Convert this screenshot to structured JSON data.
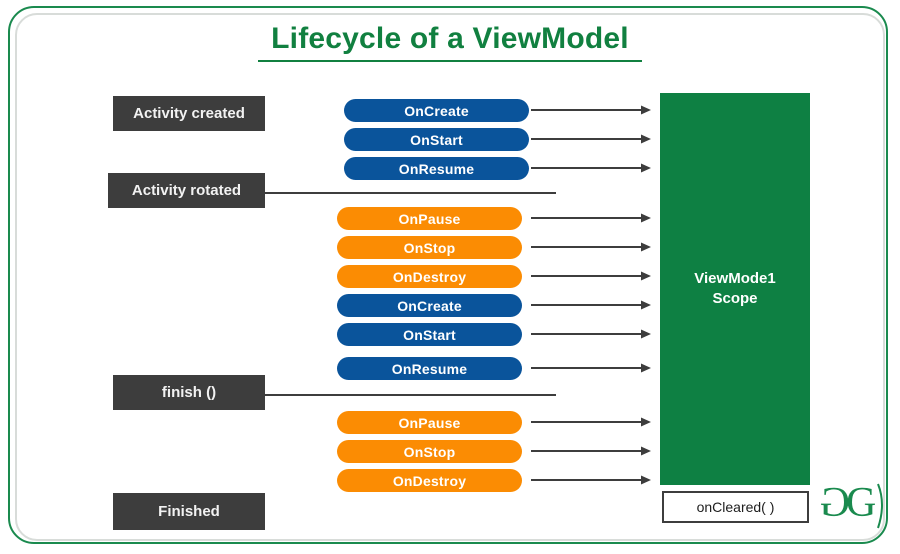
{
  "page": {
    "title": "Lifecycle of a ViewModel",
    "accent_green": "#118040",
    "frame_green": "#1a8a4e",
    "frame_gray": "#d8dcd9",
    "state_label_bg": "#3d3d3d",
    "pill_blue": "#0a549b",
    "pill_orange": "#fb8c03",
    "scope_green": "#0e8043",
    "arrow_color": "#3d3d3d"
  },
  "states": [
    {
      "id": "activity-created",
      "label": "Activity created",
      "has_line": false
    },
    {
      "id": "activity-rotated",
      "label": "Activity rotated",
      "has_line": true
    },
    {
      "id": "finish",
      "label": "finish ()",
      "has_line": true
    },
    {
      "id": "finished",
      "label": "Finished",
      "has_line": false
    }
  ],
  "groups": [
    {
      "id": "created-group",
      "color": "blue",
      "callbacks": [
        {
          "label": "OnCreate"
        },
        {
          "label": "OnStart"
        },
        {
          "label": "OnResume"
        }
      ]
    },
    {
      "id": "rotated-teardown-group",
      "color": "orange",
      "callbacks": [
        {
          "label": "OnPause"
        },
        {
          "label": "OnStop"
        },
        {
          "label": "OnDestroy"
        }
      ]
    },
    {
      "id": "rotated-recreate-group",
      "color": "blue",
      "callbacks": [
        {
          "label": "OnCreate"
        },
        {
          "label": "OnStart"
        },
        {
          "label": "OnResume"
        }
      ]
    },
    {
      "id": "finish-teardown-group",
      "color": "orange",
      "callbacks": [
        {
          "label": "OnPause"
        },
        {
          "label": "OnStop"
        },
        {
          "label": "OnDestroy"
        }
      ]
    }
  ],
  "scope": {
    "line1": "ViewMode1",
    "line2": "Scope"
  },
  "cleared": {
    "label": "onCleared( )"
  },
  "logo": {
    "name": "geeksforgeeks-logo",
    "left_glyph": "Ә",
    "right_glyph": "G"
  }
}
